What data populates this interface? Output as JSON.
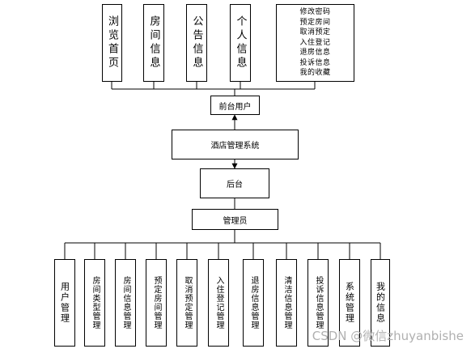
{
  "top_modules": [
    {
      "id": "browse-home",
      "label": "浏览首页"
    },
    {
      "id": "room-info",
      "label": "房间信息"
    },
    {
      "id": "notice-info",
      "label": "公告信息"
    },
    {
      "id": "personal-info",
      "label": "个人信息"
    }
  ],
  "personal_info_items": [
    "修改密码",
    "预定房间",
    "取消预定",
    "入住登记",
    "退房信息",
    "投诉信息",
    "我的收藏"
  ],
  "front_user": "前台用户",
  "system": "酒店管理系统",
  "back_office": "后台",
  "admin": "管理员",
  "admin_modules": [
    {
      "id": "user-management",
      "label": "用户管理"
    },
    {
      "id": "room-type-management",
      "label": "房间类型管理"
    },
    {
      "id": "room-info-management",
      "label": "房间信息管理"
    },
    {
      "id": "booking-management",
      "label": "预定房间管理"
    },
    {
      "id": "cancel-booking-management",
      "label": "取消预定管理"
    },
    {
      "id": "checkin-management",
      "label": "入住登记管理"
    },
    {
      "id": "checkout-management",
      "label": "退房信息管理"
    },
    {
      "id": "cleaning-management",
      "label": "清洁信息管理"
    },
    {
      "id": "complaint-management",
      "label": "投诉信息管理"
    },
    {
      "id": "system-management",
      "label": "系统管理"
    },
    {
      "id": "my-info",
      "label": "我的信息"
    }
  ],
  "watermark": "CSDN @微信zhuyanbishe"
}
